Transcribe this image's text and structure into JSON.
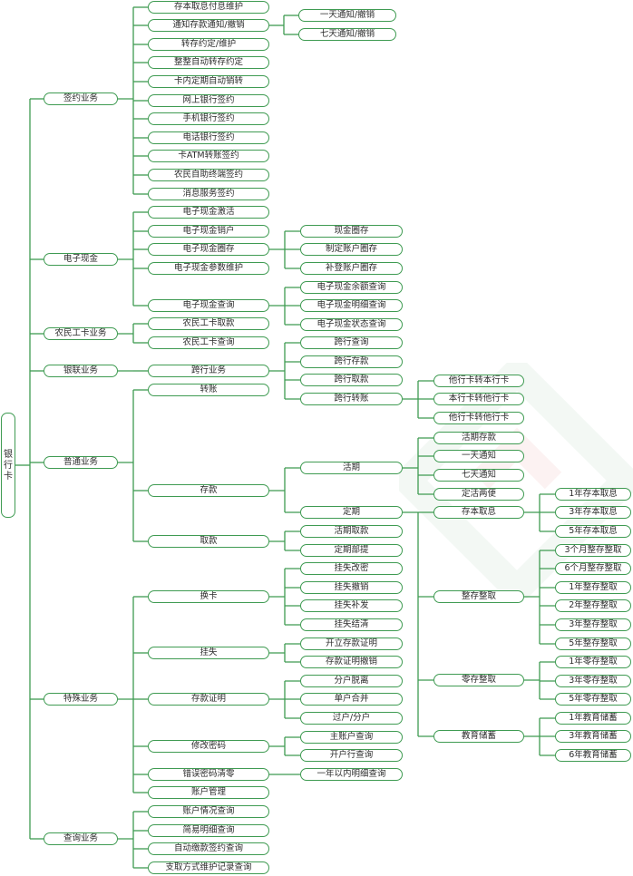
{
  "colors": {
    "accent": "#3f9b52",
    "text": "#2b2b2b",
    "background": "#ffffff"
  },
  "root": "银行卡",
  "nodes": [
    {
      "id": "sign",
      "label": "签约业务"
    },
    {
      "id": "ecash",
      "label": "电子现金"
    },
    {
      "id": "farmer",
      "label": "农民工卡业务"
    },
    {
      "id": "unionpay",
      "label": "银联业务"
    },
    {
      "id": "normal",
      "label": "普通业务"
    },
    {
      "id": "special",
      "label": "特殊业务"
    },
    {
      "id": "query",
      "label": "查询业务"
    },
    {
      "id": "s1",
      "label": "存本取息付息维护"
    },
    {
      "id": "s2",
      "label": "通知存款通知/撤销"
    },
    {
      "id": "s3",
      "label": "转存约定/维护"
    },
    {
      "id": "s4",
      "label": "整整自动转存约定"
    },
    {
      "id": "s5",
      "label": "卡内定期自动销转"
    },
    {
      "id": "s6",
      "label": "网上银行签约"
    },
    {
      "id": "s7",
      "label": "手机银行签约"
    },
    {
      "id": "s8",
      "label": "电话银行签约"
    },
    {
      "id": "s9",
      "label": "卡ATM转账签约"
    },
    {
      "id": "s10",
      "label": "农民自助终端签约"
    },
    {
      "id": "s11",
      "label": "消息服务签约"
    },
    {
      "id": "s2a",
      "label": "一天通知/撤销"
    },
    {
      "id": "s2b",
      "label": "七天通知/撤销"
    },
    {
      "id": "e1",
      "label": "电子现金激活"
    },
    {
      "id": "e2",
      "label": "电子现金销户"
    },
    {
      "id": "e3",
      "label": "电子现金圈存"
    },
    {
      "id": "e4",
      "label": "电子现金参数维护"
    },
    {
      "id": "e5",
      "label": "电子现金查询"
    },
    {
      "id": "e3a",
      "label": "现金圈存"
    },
    {
      "id": "e3b",
      "label": "制定账户圈存"
    },
    {
      "id": "e3c",
      "label": "补登账户圈存"
    },
    {
      "id": "e5a",
      "label": "电子现金余额查询"
    },
    {
      "id": "e5b",
      "label": "电子现金明细查询"
    },
    {
      "id": "e5c",
      "label": "电子现金状态查询"
    },
    {
      "id": "f1",
      "label": "农民工卡取款"
    },
    {
      "id": "f2",
      "label": "农民工卡查询"
    },
    {
      "id": "u1",
      "label": "跨行业务"
    },
    {
      "id": "u1a",
      "label": "跨行查询"
    },
    {
      "id": "u1b",
      "label": "跨行存款"
    },
    {
      "id": "u1c",
      "label": "跨行取款"
    },
    {
      "id": "u1d",
      "label": "跨行转账"
    },
    {
      "id": "u1d1",
      "label": "他行卡转本行卡"
    },
    {
      "id": "u1d2",
      "label": "本行卡转他行卡"
    },
    {
      "id": "u1d3",
      "label": "他行卡转他行卡"
    },
    {
      "id": "n1",
      "label": "转账"
    },
    {
      "id": "n2",
      "label": "存款"
    },
    {
      "id": "n3",
      "label": "取款"
    },
    {
      "id": "n2a",
      "label": "活期"
    },
    {
      "id": "n2b",
      "label": "定期"
    },
    {
      "id": "n2a1",
      "label": "活期存款"
    },
    {
      "id": "n2a2",
      "label": "一天通知"
    },
    {
      "id": "n2a3",
      "label": "七天通知"
    },
    {
      "id": "n2a4",
      "label": "定活两便"
    },
    {
      "id": "n2b1",
      "label": "存本取息"
    },
    {
      "id": "n2b2",
      "label": "整存整取"
    },
    {
      "id": "n2b3",
      "label": "零存整取"
    },
    {
      "id": "n2b4",
      "label": "教育储蓄"
    },
    {
      "id": "b1a",
      "label": "1年存本取息"
    },
    {
      "id": "b1b",
      "label": "3年存本取息"
    },
    {
      "id": "b1c",
      "label": "5年存本取息"
    },
    {
      "id": "b2a",
      "label": "3个月整存整取"
    },
    {
      "id": "b2b",
      "label": "6个月整存整取"
    },
    {
      "id": "b2c",
      "label": "1年整存整取"
    },
    {
      "id": "b2d",
      "label": "2年整存整取"
    },
    {
      "id": "b2e",
      "label": "3年整存整取"
    },
    {
      "id": "b2f",
      "label": "5年整存整取"
    },
    {
      "id": "b3a",
      "label": "1年零存整取"
    },
    {
      "id": "b3b",
      "label": "3年零存整取"
    },
    {
      "id": "b3c",
      "label": "5年零存整取"
    },
    {
      "id": "b4a",
      "label": "1年教育储蓄"
    },
    {
      "id": "b4b",
      "label": "3年教育储蓄"
    },
    {
      "id": "b4c",
      "label": "6年教育储蓄"
    },
    {
      "id": "n3a",
      "label": "活期取款"
    },
    {
      "id": "n3b",
      "label": "定期部提"
    },
    {
      "id": "p1",
      "label": "换卡"
    },
    {
      "id": "p2",
      "label": "挂失"
    },
    {
      "id": "p3",
      "label": "存款证明"
    },
    {
      "id": "p4",
      "label": "修改密码"
    },
    {
      "id": "p5",
      "label": "错误密码清零"
    },
    {
      "id": "p6",
      "label": "账户管理"
    },
    {
      "id": "p1a",
      "label": "挂失改密"
    },
    {
      "id": "p1b",
      "label": "挂失撤销"
    },
    {
      "id": "p1c",
      "label": "挂失补发"
    },
    {
      "id": "p1d",
      "label": "挂失结清"
    },
    {
      "id": "p2a",
      "label": "开立存款证明"
    },
    {
      "id": "p2b",
      "label": "存款证明撤销"
    },
    {
      "id": "p3a",
      "label": "分户脱离"
    },
    {
      "id": "p3b",
      "label": "单户合并"
    },
    {
      "id": "p3c",
      "label": "过户/分户"
    },
    {
      "id": "p4a",
      "label": "主账户查询"
    },
    {
      "id": "p4b",
      "label": "开户行查询"
    },
    {
      "id": "p5a",
      "label": "一年以内明细查询"
    },
    {
      "id": "q1",
      "label": "账户情况查询"
    },
    {
      "id": "q2",
      "label": "简易明细查询"
    },
    {
      "id": "q3",
      "label": "自动缴款签约查询"
    },
    {
      "id": "q4",
      "label": "支取方式维护记录查询"
    }
  ],
  "edges": [
    [
      "root",
      "sign"
    ],
    [
      "root",
      "ecash"
    ],
    [
      "root",
      "farmer"
    ],
    [
      "root",
      "unionpay"
    ],
    [
      "root",
      "normal"
    ],
    [
      "root",
      "special"
    ],
    [
      "root",
      "query"
    ],
    [
      "sign",
      "s1"
    ],
    [
      "sign",
      "s2"
    ],
    [
      "sign",
      "s3"
    ],
    [
      "sign",
      "s4"
    ],
    [
      "sign",
      "s5"
    ],
    [
      "sign",
      "s6"
    ],
    [
      "sign",
      "s7"
    ],
    [
      "sign",
      "s8"
    ],
    [
      "sign",
      "s9"
    ],
    [
      "sign",
      "s10"
    ],
    [
      "sign",
      "s11"
    ],
    [
      "s2",
      "s2a"
    ],
    [
      "s2",
      "s2b"
    ],
    [
      "ecash",
      "e1"
    ],
    [
      "ecash",
      "e2"
    ],
    [
      "ecash",
      "e3"
    ],
    [
      "ecash",
      "e4"
    ],
    [
      "ecash",
      "e5"
    ],
    [
      "e3",
      "e3a"
    ],
    [
      "e3",
      "e3b"
    ],
    [
      "e3",
      "e3c"
    ],
    [
      "e5",
      "e5a"
    ],
    [
      "e5",
      "e5b"
    ],
    [
      "e5",
      "e5c"
    ],
    [
      "farmer",
      "f1"
    ],
    [
      "farmer",
      "f2"
    ],
    [
      "unionpay",
      "u1"
    ],
    [
      "u1",
      "u1a"
    ],
    [
      "u1",
      "u1b"
    ],
    [
      "u1",
      "u1c"
    ],
    [
      "u1",
      "u1d"
    ],
    [
      "u1d",
      "u1d1"
    ],
    [
      "u1d",
      "u1d2"
    ],
    [
      "u1d",
      "u1d3"
    ],
    [
      "normal",
      "n1"
    ],
    [
      "normal",
      "n2"
    ],
    [
      "normal",
      "n3"
    ],
    [
      "n2",
      "n2a"
    ],
    [
      "n2",
      "n2b"
    ],
    [
      "n2a",
      "n2a1"
    ],
    [
      "n2a",
      "n2a2"
    ],
    [
      "n2a",
      "n2a3"
    ],
    [
      "n2a",
      "n2a4"
    ],
    [
      "n2b",
      "n2b1"
    ],
    [
      "n2b",
      "n2b2"
    ],
    [
      "n2b",
      "n2b3"
    ],
    [
      "n2b",
      "n2b4"
    ],
    [
      "n2b1",
      "b1a"
    ],
    [
      "n2b1",
      "b1b"
    ],
    [
      "n2b1",
      "b1c"
    ],
    [
      "n2b2",
      "b2a"
    ],
    [
      "n2b2",
      "b2b"
    ],
    [
      "n2b2",
      "b2c"
    ],
    [
      "n2b2",
      "b2d"
    ],
    [
      "n2b2",
      "b2e"
    ],
    [
      "n2b2",
      "b2f"
    ],
    [
      "n2b3",
      "b3a"
    ],
    [
      "n2b3",
      "b3b"
    ],
    [
      "n2b3",
      "b3c"
    ],
    [
      "n2b4",
      "b4a"
    ],
    [
      "n2b4",
      "b4b"
    ],
    [
      "n2b4",
      "b4c"
    ],
    [
      "n3",
      "n3a"
    ],
    [
      "n3",
      "n3b"
    ],
    [
      "special",
      "p1"
    ],
    [
      "special",
      "p2"
    ],
    [
      "special",
      "p3"
    ],
    [
      "special",
      "p4"
    ],
    [
      "special",
      "p5"
    ],
    [
      "special",
      "p6"
    ],
    [
      "p1",
      "p1a"
    ],
    [
      "p1",
      "p1b"
    ],
    [
      "p1",
      "p1c"
    ],
    [
      "p1",
      "p1d"
    ],
    [
      "p2",
      "p2a"
    ],
    [
      "p2",
      "p2b"
    ],
    [
      "p3",
      "p3a"
    ],
    [
      "p3",
      "p3b"
    ],
    [
      "p3",
      "p3c"
    ],
    [
      "p4",
      "p4a"
    ],
    [
      "p4",
      "p4b"
    ],
    [
      "p5",
      "p5a"
    ],
    [
      "query",
      "q1"
    ],
    [
      "query",
      "q2"
    ],
    [
      "query",
      "q3"
    ],
    [
      "query",
      "q4"
    ]
  ]
}
